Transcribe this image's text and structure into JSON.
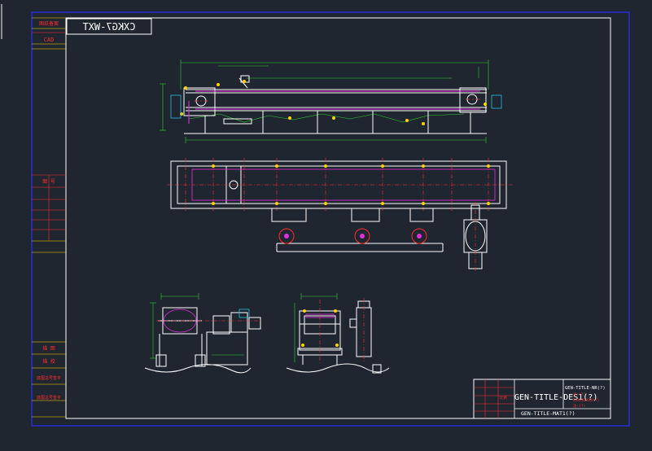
{
  "drawing": {
    "code_mirrored": "CXKG7-WXT",
    "side_label_top": "图纸备案",
    "side_label_cad": "CAD",
    "side_label_mid": "图 号",
    "side_label_bottom_1": "描 图",
    "side_label_bottom_2": "描 校",
    "side_label_bottom_3": "底图总号签字",
    "side_label_bottom_4": "底图总号签字"
  },
  "title_block": {
    "title_top": "GEN-TITLE-NR(?)",
    "title_main": "GEN-TITLE-DES1(?)",
    "title_material": "GEN-TITLE-MAT1(?)",
    "scale_note": "比例",
    "red_note_1": "注:(?)",
    "red_note_2": "XXXXXXXXX(?)",
    "red_note_3": "注:(?)"
  },
  "colors": {
    "background": "#202630",
    "frame": "#2b2bd8",
    "outline": "#ffffff",
    "dimension": "#2fd02f",
    "centerline": "#ff2e2e",
    "hidden": "#e030e0",
    "label": "#ffd400",
    "cyan": "#20c0e0"
  }
}
